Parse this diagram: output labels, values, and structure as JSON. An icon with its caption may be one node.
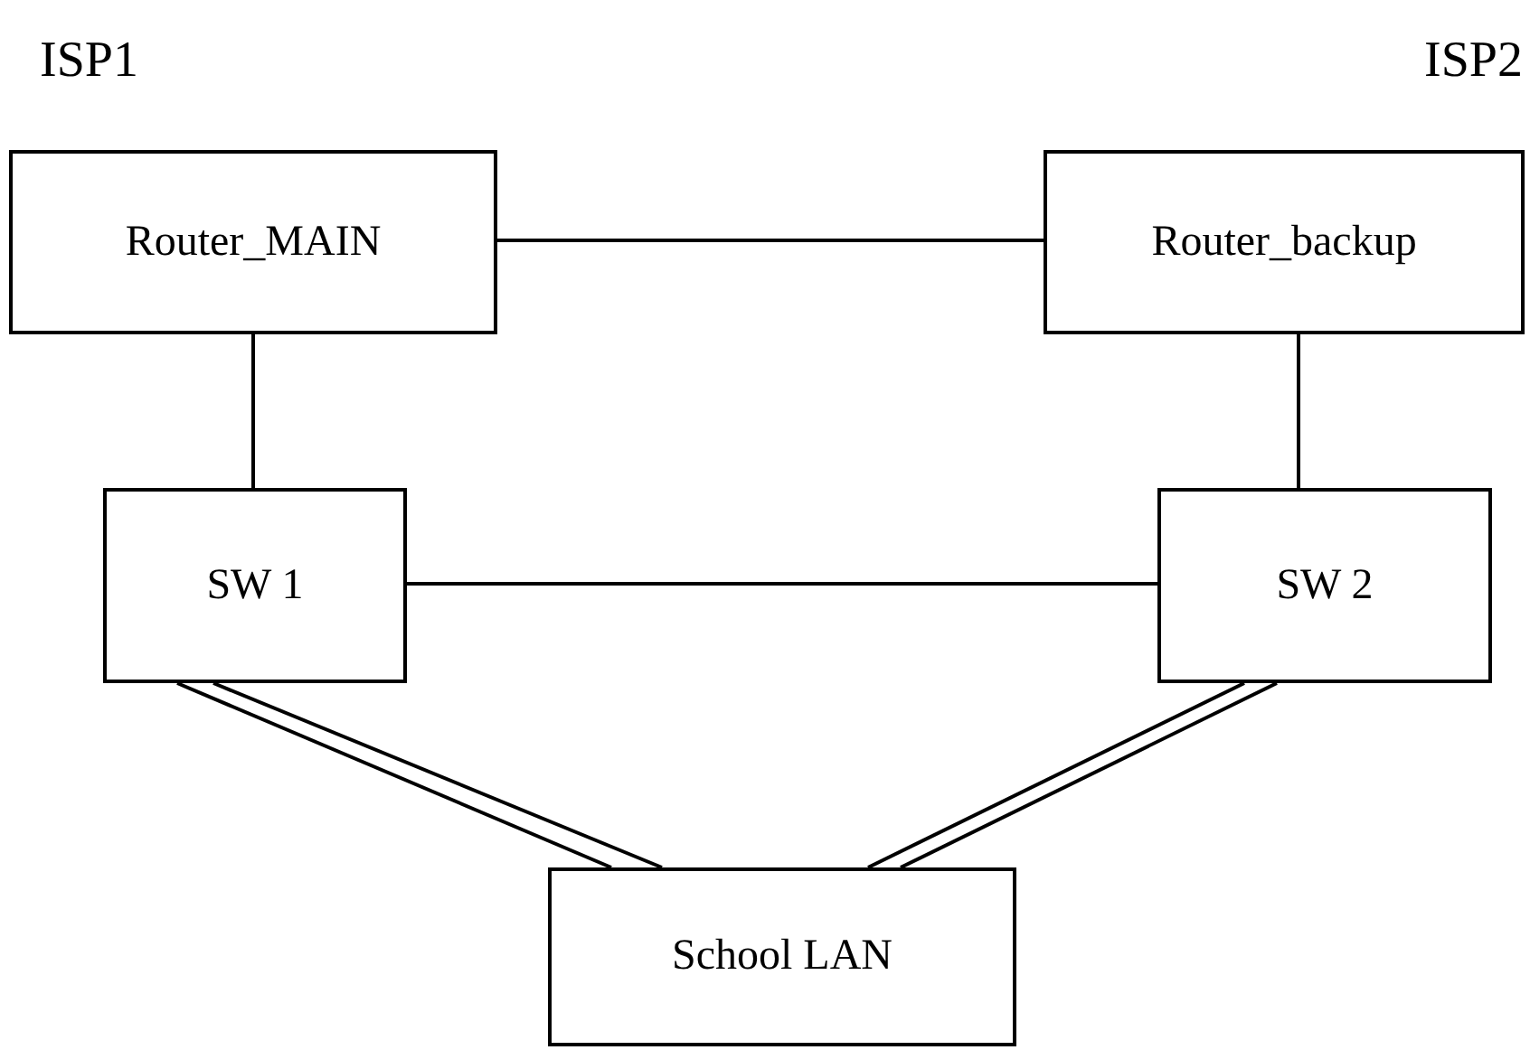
{
  "diagram": {
    "nodes": [
      {
        "text": [
          "Router_MAIN"
        ]
      },
      {
        "text": [
          "Router_backup"
        ]
      },
      {
        "text": [
          "SW 1"
        ]
      },
      {
        "text": [
          "SW 2"
        ]
      },
      {
        "text": [
          "School LAN"
        ]
      }
    ],
    "edges": [
      {
        "from": 0,
        "to": 1,
        "arrow": "none"
      },
      {
        "from": 0,
        "to": 2,
        "arrow": "none"
      },
      {
        "from": 1,
        "to": 3,
        "arrow": "none"
      },
      {
        "from": 2,
        "to": 3,
        "arrow": "none"
      },
      {
        "from": 2,
        "to": 4,
        "arrow": "none"
      },
      {
        "from": 2,
        "to": 4,
        "arrow": "none"
      },
      {
        "from": 3,
        "to": 4,
        "arrow": "none"
      },
      {
        "from": 3,
        "to": 4,
        "arrow": "none"
      }
    ],
    "labels": [
      "ISP1",
      "ISP2"
    ]
  }
}
